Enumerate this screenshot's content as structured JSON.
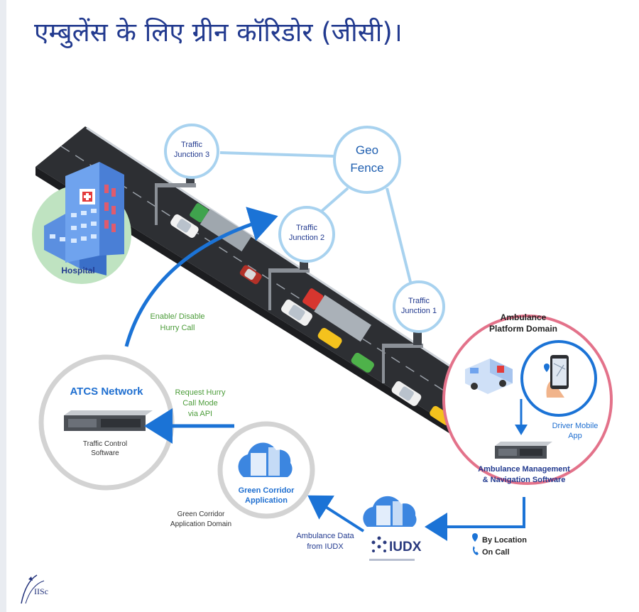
{
  "page": {
    "title": "एम्बुलेंस के लिए ग्रीन कॉरिडोर (जीसी)।"
  },
  "diagram": {
    "hospital_label": "Hospital",
    "junction3": [
      "Traffic",
      "Junction 3"
    ],
    "junction2": [
      "Traffic",
      "Junction 2"
    ],
    "junction1": [
      "Traffic",
      "Junction 1"
    ],
    "geofence": [
      "Geo",
      "Fence"
    ],
    "enable_call": [
      "Enable/ Disable",
      "Hurry Call"
    ],
    "atcs": {
      "title": "ATCS Network",
      "software": [
        "Traffic Control",
        "Software"
      ]
    },
    "request": [
      "Request Hurry",
      "Call Mode",
      "via API"
    ],
    "green_app": [
      "Green Corridor",
      "Application"
    ],
    "green_domain": [
      "Green Corridor",
      "Application Domain"
    ],
    "ambulance_domain": [
      "Ambulance",
      "Platform Domain"
    ],
    "driver_app": [
      "Driver Mobile",
      "App"
    ],
    "ambulance_mgmt": [
      "Ambulance Management",
      "& Navigation Software"
    ],
    "iudx_label": "IUDX",
    "ambulance_data": [
      "Ambulance Data",
      "from IUDX"
    ],
    "by_location": "By Location",
    "on_call": "On Call",
    "logo_text": "IISc"
  },
  "colors": {
    "title": "#223a8f",
    "blue_arrow": "#1b73d6",
    "light_blue_ring": "#a8d2ef",
    "grey_ring": "#d3d3d3",
    "pink_ring": "#e3728a",
    "green_text": "#4c9c3a",
    "road": "#2d2f33",
    "label_blue": "#223a8f"
  }
}
